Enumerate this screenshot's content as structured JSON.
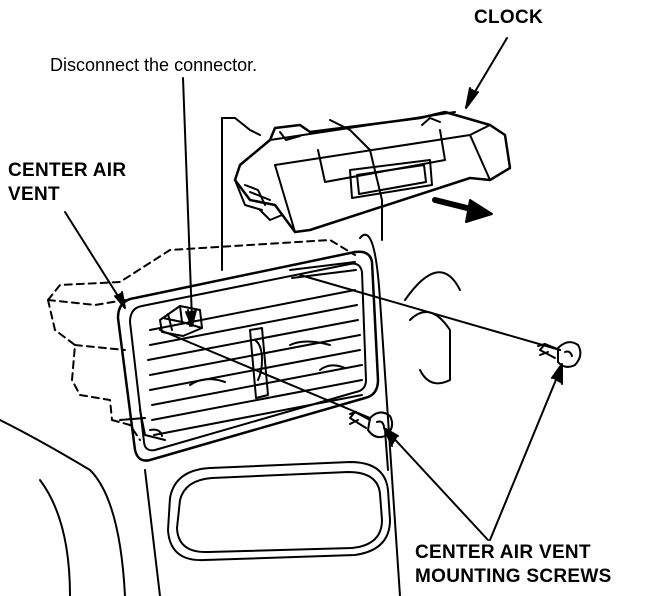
{
  "labels": {
    "clock": "CLOCK",
    "disconnect": "Disconnect the connector.",
    "center_air_vent_line1": "CENTER AIR",
    "center_air_vent_line2": "VENT",
    "screws_line1": "CENTER AIR VENT",
    "screws_line2": "MOUNTING SCREWS"
  },
  "colors": {
    "ink": "#000000",
    "paper": "#ffffff"
  }
}
